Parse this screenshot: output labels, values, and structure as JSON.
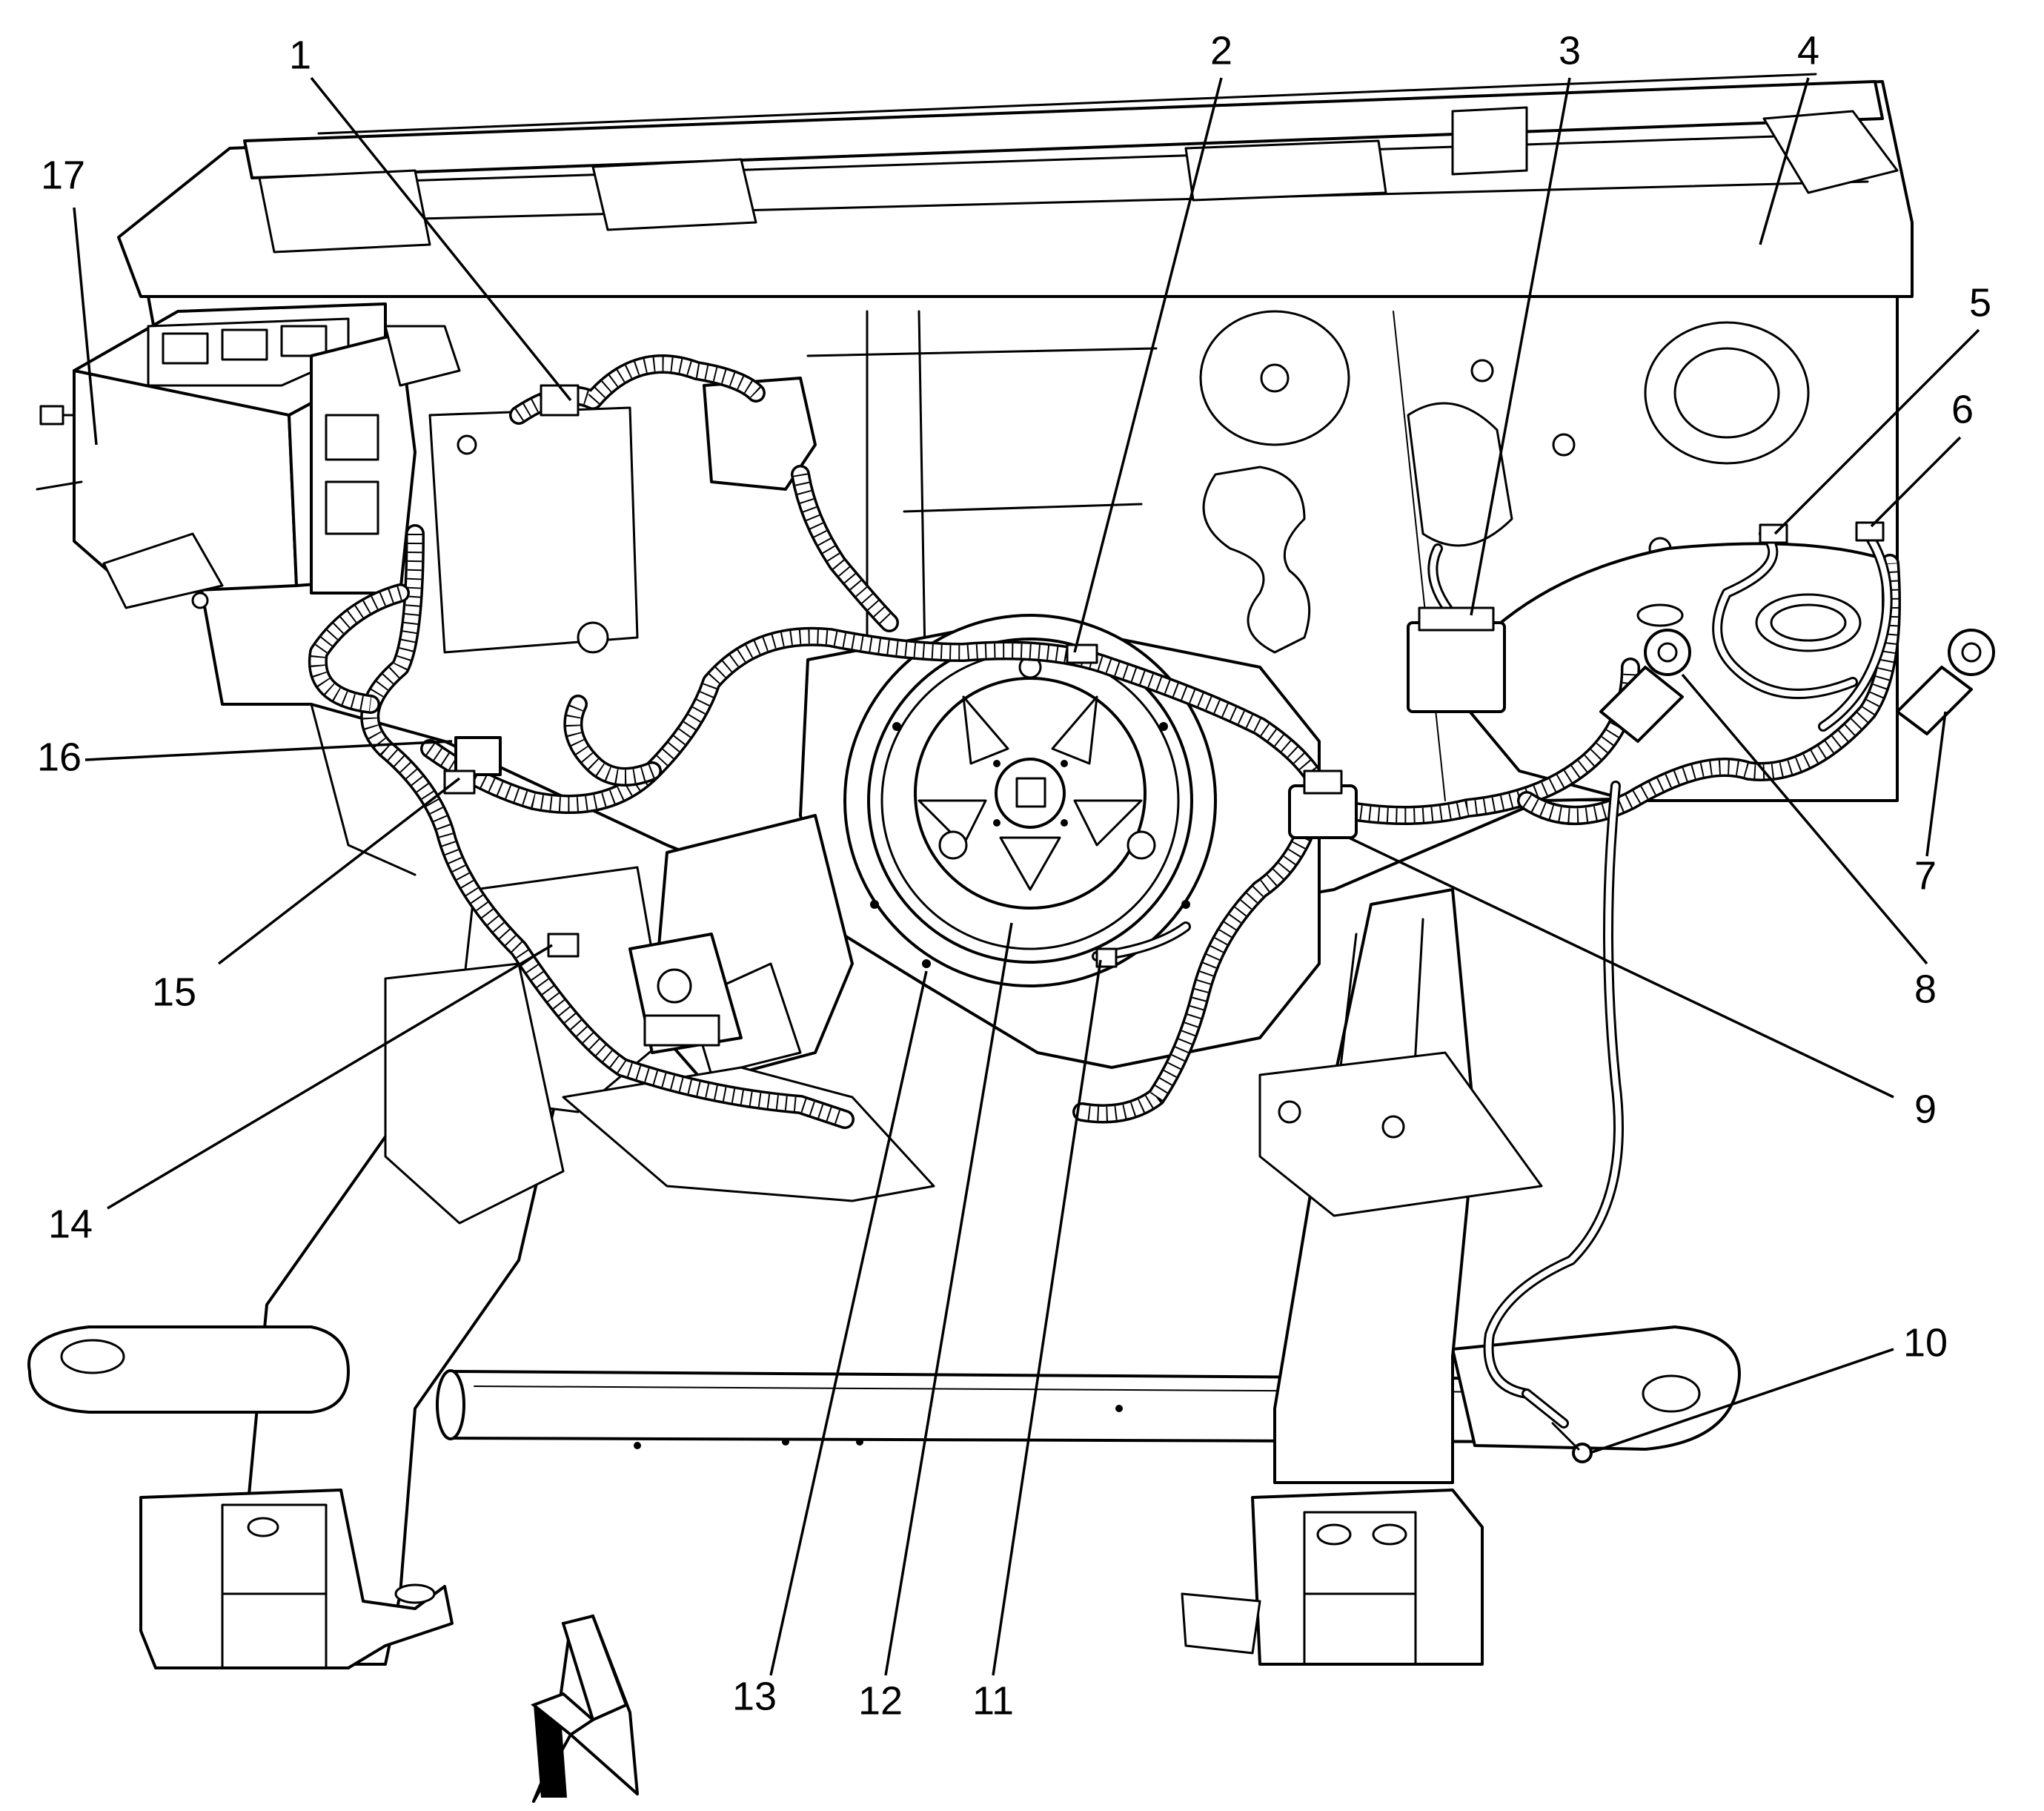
{
  "callouts": [
    {
      "id": "1",
      "label": "1"
    },
    {
      "id": "2",
      "label": "2"
    },
    {
      "id": "3",
      "label": "3"
    },
    {
      "id": "4",
      "label": "4"
    },
    {
      "id": "5",
      "label": "5"
    },
    {
      "id": "6",
      "label": "6"
    },
    {
      "id": "7",
      "label": "7"
    },
    {
      "id": "8",
      "label": "8"
    },
    {
      "id": "9",
      "label": "9"
    },
    {
      "id": "10",
      "label": "10"
    },
    {
      "id": "11",
      "label": "11"
    },
    {
      "id": "12",
      "label": "12"
    },
    {
      "id": "13",
      "label": "13"
    },
    {
      "id": "14",
      "label": "14"
    },
    {
      "id": "15",
      "label": "15"
    },
    {
      "id": "16",
      "label": "16"
    },
    {
      "id": "17",
      "label": "17"
    }
  ],
  "colors": {
    "line": "#000000",
    "background": "#ffffff"
  },
  "icons": {
    "direction": "forward-arrow-icon"
  }
}
